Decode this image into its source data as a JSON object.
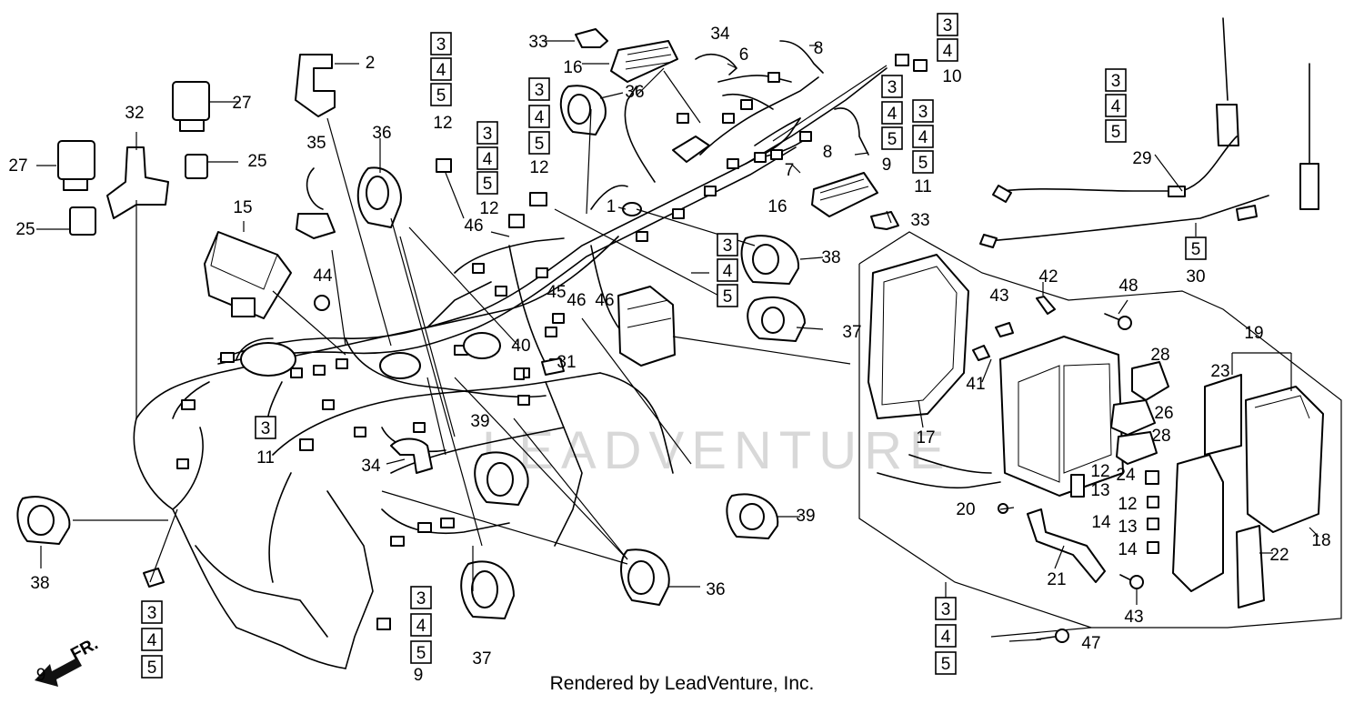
{
  "watermark": "LEADVENTURE",
  "credit": "Rendered by LeadVenture, Inc.",
  "direction_label": "FR.",
  "callouts": [
    {
      "text": "1"
    },
    {
      "text": "2"
    },
    {
      "text": "6"
    },
    {
      "text": "7"
    },
    {
      "text": "8"
    },
    {
      "text": "8"
    },
    {
      "text": "9"
    },
    {
      "text": "9"
    },
    {
      "text": "9"
    },
    {
      "text": "10"
    },
    {
      "text": "11"
    },
    {
      "text": "11"
    },
    {
      "text": "12"
    },
    {
      "text": "12"
    },
    {
      "text": "12"
    },
    {
      "text": "12"
    },
    {
      "text": "12"
    },
    {
      "text": "13"
    },
    {
      "text": "13"
    },
    {
      "text": "14"
    },
    {
      "text": "14"
    },
    {
      "text": "15"
    },
    {
      "text": "16"
    },
    {
      "text": "16"
    },
    {
      "text": "17"
    },
    {
      "text": "18"
    },
    {
      "text": "19"
    },
    {
      "text": "20"
    },
    {
      "text": "21"
    },
    {
      "text": "22"
    },
    {
      "text": "23"
    },
    {
      "text": "24"
    },
    {
      "text": "25"
    },
    {
      "text": "25"
    },
    {
      "text": "26"
    },
    {
      "text": "27"
    },
    {
      "text": "27"
    },
    {
      "text": "28"
    },
    {
      "text": "28"
    },
    {
      "text": "29"
    },
    {
      "text": "30"
    },
    {
      "text": "31"
    },
    {
      "text": "32"
    },
    {
      "text": "33"
    },
    {
      "text": "33"
    },
    {
      "text": "34"
    },
    {
      "text": "34"
    },
    {
      "text": "35"
    },
    {
      "text": "36"
    },
    {
      "text": "36"
    },
    {
      "text": "36"
    },
    {
      "text": "37"
    },
    {
      "text": "37"
    },
    {
      "text": "38"
    },
    {
      "text": "38"
    },
    {
      "text": "39"
    },
    {
      "text": "39"
    },
    {
      "text": "40"
    },
    {
      "text": "41"
    },
    {
      "text": "42"
    },
    {
      "text": "43"
    },
    {
      "text": "43"
    },
    {
      "text": "44"
    },
    {
      "text": "45"
    },
    {
      "text": "46"
    },
    {
      "text": "46"
    },
    {
      "text": "46"
    },
    {
      "text": "47"
    },
    {
      "text": "48"
    }
  ],
  "boxed_callouts": [
    {
      "text": "3"
    },
    {
      "text": "4"
    },
    {
      "text": "5"
    },
    {
      "text": "3"
    },
    {
      "text": "4"
    },
    {
      "text": "5"
    },
    {
      "text": "3"
    },
    {
      "text": "4"
    },
    {
      "text": "5"
    },
    {
      "text": "3"
    },
    {
      "text": "4"
    },
    {
      "text": "3"
    },
    {
      "text": "4"
    },
    {
      "text": "5"
    },
    {
      "text": "3"
    },
    {
      "text": "4"
    },
    {
      "text": "5"
    },
    {
      "text": "3"
    },
    {
      "text": "4"
    },
    {
      "text": "5"
    },
    {
      "text": "5"
    },
    {
      "text": "3"
    },
    {
      "text": "4"
    },
    {
      "text": "5"
    },
    {
      "text": "3"
    },
    {
      "text": "3"
    },
    {
      "text": "4"
    },
    {
      "text": "5"
    },
    {
      "text": "3"
    },
    {
      "text": "4"
    },
    {
      "text": "5"
    },
    {
      "text": "3"
    },
    {
      "text": "4"
    },
    {
      "text": "5"
    }
  ]
}
